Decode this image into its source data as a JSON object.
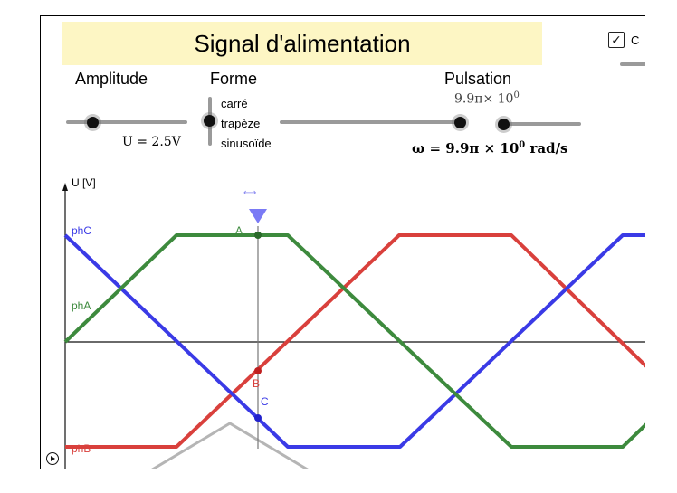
{
  "title": "Signal d'alimentation",
  "checkbox": {
    "checked_glyph": "✓",
    "label": "C",
    "checked": true
  },
  "controls": {
    "amplitude": {
      "label": "Amplitude",
      "value_text": "U = 2.5V"
    },
    "forme": {
      "label": "Forme",
      "options": [
        "carré",
        "trapèze",
        "sinusoïde"
      ],
      "selected": "trapèze"
    },
    "pulsation": {
      "label": "Pulsation",
      "top_text": "9.9π× 10",
      "top_exp": "0",
      "formula_prefix": "ω = 9.9π × 10",
      "formula_exp": "0",
      "formula_suffix": " rad/s"
    }
  },
  "graph": {
    "y_axis_label": "U [V]",
    "series": [
      {
        "name": "phA",
        "color": "#3d8a3d"
      },
      {
        "name": "phB",
        "color": "#d9403c"
      },
      {
        "name": "phC",
        "color": "#3a3ae6"
      }
    ],
    "points": {
      "A": "A",
      "B": "B",
      "C": "C"
    },
    "cursor_hint": "⟷"
  },
  "icons": {
    "play": "play-icon",
    "check": "check-icon"
  }
}
